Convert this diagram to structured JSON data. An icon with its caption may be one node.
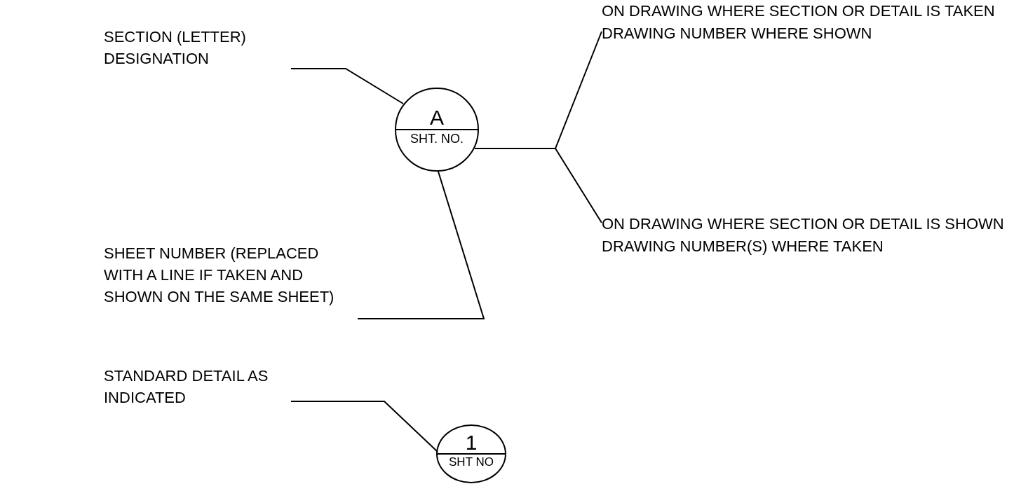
{
  "diagram": {
    "nodes": [
      {
        "text": [
          "SECTION (LETTER) DESIGNATION"
        ]
      },
      {
        "text": [
          "A",
          "SHT. NO."
        ]
      },
      {
        "text": [
          "ON DRAWING WHERE SECTION OR DETAIL IS TAKEN",
          "DRAWING NUMBER WHERE SHOWN"
        ]
      },
      {
        "text": [
          "SHEET NUMBER (REPLACED WITH A LINE IF TAKEN AND SHOWN ON THE SAME SHEET)"
        ]
      },
      {
        "text": [
          "ON DRAWING WHERE SECTION OR DETAIL IS SHOWN",
          "DRAWING NUMBER(S) WHERE TAKEN"
        ]
      },
      {
        "text": [
          "STANDARD DETAIL AS INDICATED"
        ]
      },
      {
        "text": [
          "1",
          "SHT NO"
        ]
      }
    ],
    "edges": [
      {
        "from": 0,
        "to": 1,
        "arrow": "none"
      },
      {
        "from": 1,
        "to": 2,
        "arrow": "none"
      },
      {
        "from": 1,
        "to": 4,
        "arrow": "none"
      },
      {
        "from": 3,
        "to": 1,
        "arrow": "none"
      },
      {
        "from": 5,
        "to": 6,
        "arrow": "none"
      }
    ]
  }
}
